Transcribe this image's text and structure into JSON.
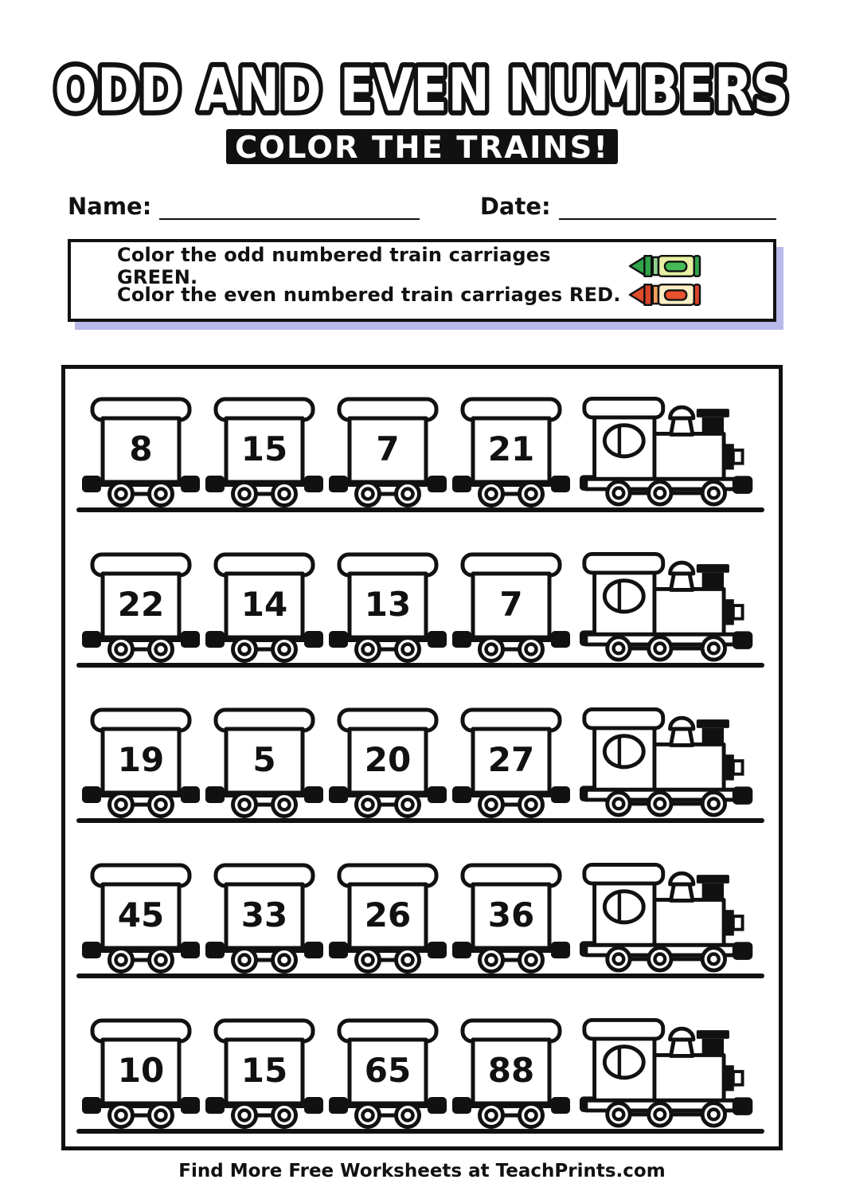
{
  "page": {
    "title": "ODD AND EVEN NUMBERS",
    "subtitle": "COLOR THE TRAINS!",
    "footer": "Find More Free Worksheets at TeachPrints.com"
  },
  "fields": {
    "name_label": "Name:",
    "name_value": "",
    "date_label": "Date:",
    "date_value": ""
  },
  "instructions": {
    "line1": "Color the odd numbered train carriages GREEN.",
    "line2": "Color the even numbered train carriages RED.",
    "crayons": [
      {
        "name": "green-crayon",
        "tip": "#2fa44b",
        "band": "#2fa44b",
        "band2": "#8fd08f",
        "body": "#e7f0a3",
        "label": "#44bb55"
      },
      {
        "name": "red-crayon",
        "tip": "#e04b2b",
        "band": "#d8452c",
        "band2": "#f2a05a",
        "body": "#fceec6",
        "label": "#e8512d"
      }
    ]
  },
  "trains": [
    {
      "numbers": [
        "8",
        "15",
        "7",
        "21"
      ]
    },
    {
      "numbers": [
        "22",
        "14",
        "13",
        "7"
      ]
    },
    {
      "numbers": [
        "19",
        "5",
        "20",
        "27"
      ]
    },
    {
      "numbers": [
        "45",
        "33",
        "26",
        "36"
      ]
    },
    {
      "numbers": [
        "10",
        "15",
        "65",
        "88"
      ]
    }
  ],
  "colors": {
    "ink": "#111111",
    "paper": "#ffffff",
    "box_shadow": "#b9b9ea"
  }
}
